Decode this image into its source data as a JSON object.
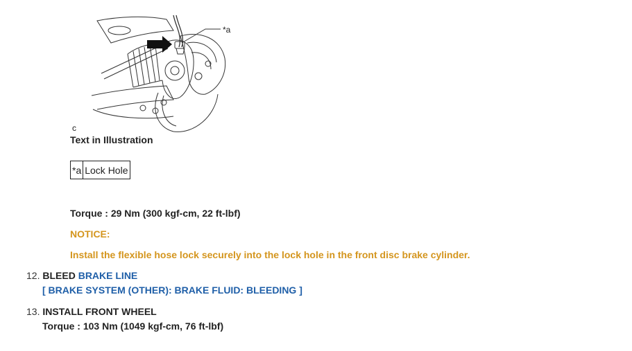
{
  "illustration": {
    "callout_label": "*a",
    "code": "c"
  },
  "text_in_illustration": {
    "heading": "Text in Illustration",
    "rows": [
      {
        "key": "*a",
        "value": "Lock Hole"
      }
    ]
  },
  "torque_main": "Torque : 29 Nm (300 kgf-cm, 22 ft-lbf)",
  "notice": {
    "label": "NOTICE:",
    "text": "Install the flexible hose lock securely into the lock hole in the front disc brake cylinder."
  },
  "steps": [
    {
      "number": "12.",
      "action": "BLEED",
      "target": "BRAKE LINE",
      "link": "[ BRAKE SYSTEM (OTHER): BRAKE FLUID: BLEEDING ]"
    },
    {
      "number": "13.",
      "action": "INSTALL FRONT WHEEL",
      "torque": "Torque : 103 Nm (1049 kgf-cm, 76 ft-lbf)"
    }
  ],
  "colors": {
    "notice": "#d4951d",
    "link": "#1f5fa8",
    "text": "#222222"
  }
}
